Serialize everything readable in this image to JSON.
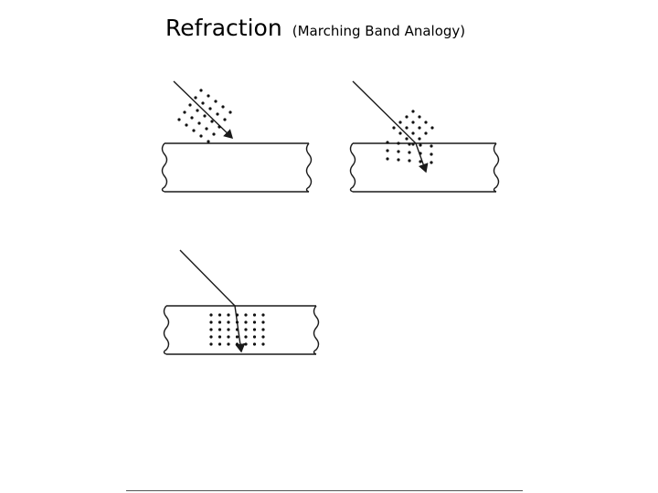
{
  "title": {
    "main": "Refraction",
    "subtitle": "(Marching Band Analogy)"
  },
  "panels": [
    {
      "id": "panel-1",
      "description_icon": "refraction-entering-icon"
    },
    {
      "id": "panel-2",
      "description_icon": "refraction-bending-icon"
    },
    {
      "id": "panel-3",
      "description_icon": "refraction-inside-icon"
    }
  ],
  "colors": {
    "ink": "#1a1a1a",
    "background": "#ffffff"
  }
}
